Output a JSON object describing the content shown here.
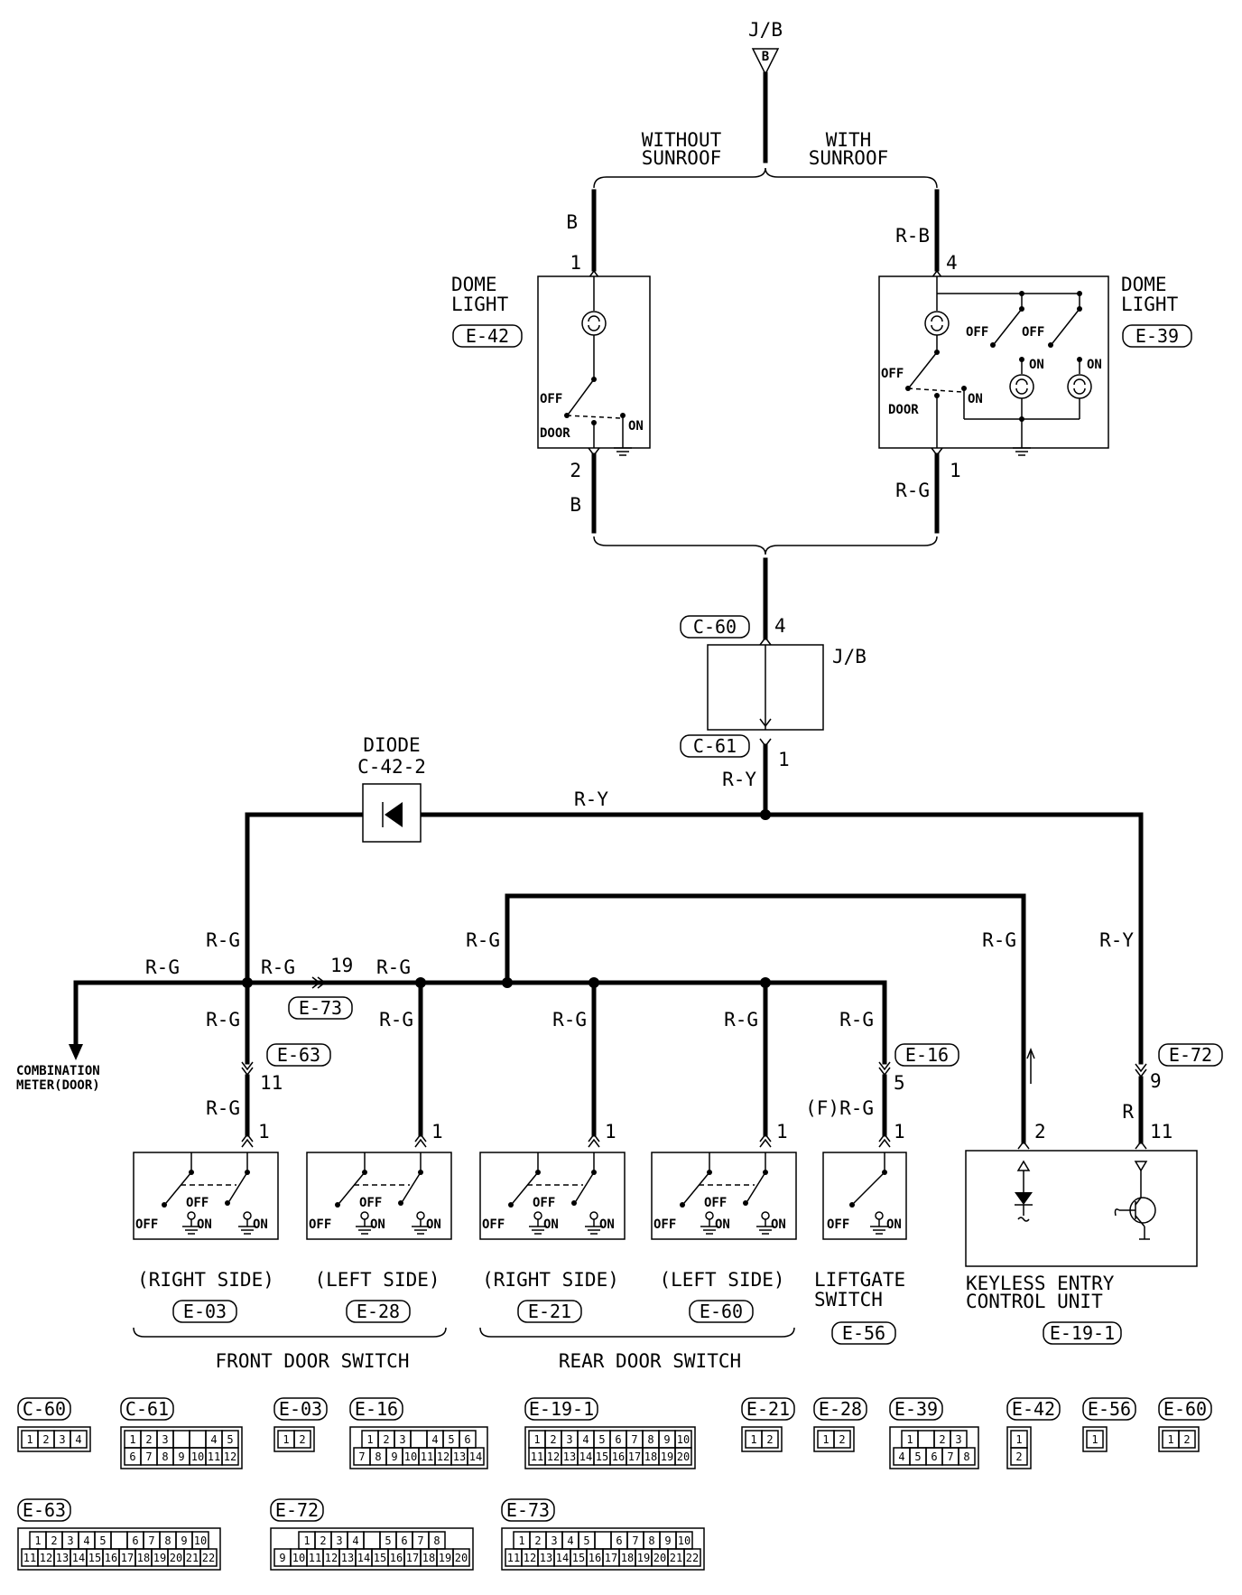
{
  "jb_top": {
    "label": "J/B",
    "terminal": "B"
  },
  "branches": {
    "without": [
      "WITHOUT",
      "SUNROOF"
    ],
    "with": [
      "WITH",
      "SUNROOF"
    ]
  },
  "dome_e42": {
    "title": [
      "DOME",
      "LIGHT"
    ],
    "code": "E-42",
    "wire_top": "B",
    "pin_top": "1",
    "pin_bot": "2",
    "wire_bot": "B",
    "sw_off": "OFF",
    "sw_door": "DOOR",
    "sw_on": "ON"
  },
  "dome_e39": {
    "title": [
      "DOME",
      "LIGHT"
    ],
    "code": "E-39",
    "wire_top": "R-B",
    "pin_top": "4",
    "pin_bot": "1",
    "wire_bot": "R-G",
    "sw_off": "OFF",
    "sw_door": "DOOR",
    "sw_on": "ON"
  },
  "jb_mid": {
    "label": "J/B",
    "conn_in": "C-60",
    "pin_in": "4",
    "conn_out": "C-61",
    "pin_out": "1",
    "wire": "R-Y"
  },
  "diode": {
    "title": "DIODE",
    "code": "C-42-2"
  },
  "wires": {
    "ry_main": "R-Y",
    "rg": "R-G",
    "ry_right": "R-Y",
    "r": "R",
    "rg_f": "(F)R-G"
  },
  "combination_meter": [
    "COMBINATION",
    "METER(DOOR)"
  ],
  "inline_connectors": {
    "e73": "E-73",
    "e73_pin": "19",
    "e63": "E-63",
    "e63_pin": "11",
    "e16": "E-16",
    "e16_pin": "5",
    "e72": "E-72",
    "e72_pin": "9"
  },
  "switches": [
    {
      "side": "(RIGHT SIDE)",
      "code": "E-03",
      "pin": "1"
    },
    {
      "side": "(LEFT SIDE)",
      "code": "E-28",
      "pin": "1"
    },
    {
      "side": "(RIGHT SIDE)",
      "code": "E-21",
      "pin": "1"
    },
    {
      "side": "(LEFT SIDE)",
      "code": "E-60",
      "pin": "1"
    }
  ],
  "switch_states": {
    "off": "OFF",
    "on": "ON"
  },
  "front_door": "FRONT DOOR SWITCH",
  "rear_door": "REAR DOOR SWITCH",
  "liftgate": {
    "title": [
      "LIFTGATE",
      "SWITCH"
    ],
    "code": "E-56",
    "pin": "1"
  },
  "keyless": {
    "title": [
      "KEYLESS ENTRY",
      "CONTROL UNIT"
    ],
    "code": "E-19-1",
    "pin_a": "2",
    "pin_b": "11"
  },
  "legend": [
    {
      "code": "C-60",
      "rows": [
        [
          "1",
          "2",
          "3",
          "4"
        ]
      ]
    },
    {
      "code": "C-61",
      "rows": [
        [
          "1",
          "2",
          "3",
          "",
          "",
          "4",
          "5"
        ],
        [
          "6",
          "7",
          "8",
          "9",
          "10",
          "11",
          "12"
        ]
      ]
    },
    {
      "code": "E-03",
      "rows": [
        [
          "1",
          "2"
        ]
      ]
    },
    {
      "code": "E-16",
      "rows": [
        [
          "1",
          "2",
          "3",
          "",
          "4",
          "5",
          "6"
        ],
        [
          "7",
          "8",
          "9",
          "10",
          "11",
          "12",
          "13",
          "14"
        ]
      ]
    },
    {
      "code": "E-19-1",
      "rows": [
        [
          "1",
          "2",
          "3",
          "4",
          "5",
          "6",
          "7",
          "8",
          "9",
          "10"
        ],
        [
          "11",
          "12",
          "13",
          "14",
          "15",
          "16",
          "17",
          "18",
          "19",
          "20"
        ]
      ]
    },
    {
      "code": "E-21",
      "rows": [
        [
          "1",
          "2"
        ]
      ]
    },
    {
      "code": "E-28",
      "rows": [
        [
          "1",
          "2"
        ]
      ]
    },
    {
      "code": "E-39",
      "rows": [
        [
          "1",
          "",
          "2",
          "3"
        ],
        [
          "4",
          "5",
          "6",
          "7",
          "8"
        ]
      ]
    },
    {
      "code": "E-42",
      "rows": [
        [
          "1"
        ],
        [
          "2"
        ]
      ]
    },
    {
      "code": "E-56",
      "rows": [
        [
          "1"
        ]
      ]
    },
    {
      "code": "E-60",
      "rows": [
        [
          "1",
          "2"
        ]
      ]
    },
    {
      "code": "E-63",
      "rows": [
        [
          "1",
          "2",
          "3",
          "4",
          "5",
          "",
          "6",
          "7",
          "8",
          "9",
          "10"
        ],
        [
          "11",
          "12",
          "13",
          "14",
          "15",
          "16",
          "17",
          "18",
          "19",
          "20",
          "21",
          "22"
        ]
      ]
    },
    {
      "code": "E-72",
      "rows": [
        [
          "1",
          "2",
          "3",
          "4",
          "",
          "5",
          "6",
          "7",
          "8"
        ],
        [
          "9",
          "10",
          "11",
          "12",
          "13",
          "14",
          "15",
          "16",
          "17",
          "18",
          "19",
          "20"
        ]
      ]
    },
    {
      "code": "E-73",
      "rows": [
        [
          "1",
          "2",
          "3",
          "4",
          "5",
          "",
          "6",
          "7",
          "8",
          "9",
          "10"
        ],
        [
          "11",
          "12",
          "13",
          "14",
          "15",
          "16",
          "17",
          "18",
          "19",
          "20",
          "21",
          "22"
        ]
      ]
    }
  ]
}
